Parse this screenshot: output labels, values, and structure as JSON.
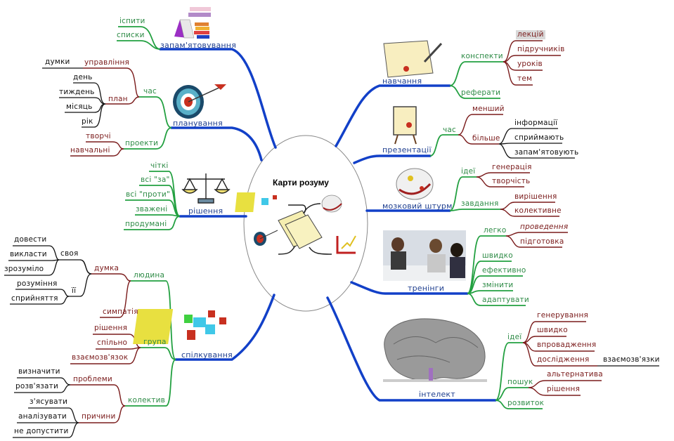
{
  "center": {
    "title": "Карти розуму"
  },
  "colors": {
    "main_branch": "#1240c8",
    "level2": "#22a040",
    "level3": "#7a1b1b",
    "level4": "#111111",
    "ellipse_border": "#888888"
  },
  "icons": [
    "books-icon",
    "target-arrow-icon",
    "scales-icon",
    "puzzle-icon",
    "document-pen-icon",
    "easel-icon",
    "brainstorm-icon",
    "meeting-photo",
    "brain-icon",
    "mindmap-center-icon",
    "growth-chart-icon"
  ],
  "branches": {
    "zapam": {
      "label": "запам'ятовування",
      "children": [
        "іспити",
        "списки"
      ]
    },
    "planuv": {
      "label": "планування",
      "chas": "час",
      "upravl": "управління",
      "dumky": "думки",
      "plan": "план",
      "plan_items": [
        "день",
        "тиждень",
        "місяць",
        "рік"
      ],
      "proekty": "проекти",
      "proekty_items": [
        "творчі",
        "навчальні"
      ]
    },
    "rishennia": {
      "label": "рішення",
      "children": [
        "чіткі",
        "всі \"за\"",
        "всі \"проти\"",
        "зважені",
        "продумані"
      ]
    },
    "spilk": {
      "label": "спілкування",
      "ludyna": "людина",
      "dumka": "думка",
      "svoia": "своя",
      "svoia_items": [
        "довести",
        "викласти",
        "зрозуміло"
      ],
      "ii": "її",
      "ii_items": [
        "розуміння",
        "сприйняття"
      ],
      "sympatia": "симпатія",
      "hrupa": "група",
      "hrupa_items": [
        "рішення",
        "спільно",
        "взаємозв'язок"
      ],
      "kolektyv": "колектив",
      "problemy": "проблеми",
      "problemy_items": [
        "визначити",
        "розв'язати"
      ],
      "prychyny": "причини",
      "prychyny_items": [
        "з'ясувати",
        "аналізувати",
        "не допустити"
      ]
    },
    "navch": {
      "label": "навчання",
      "konspekty": "конспекти",
      "konspekty_items": [
        "лекцій",
        "підручників",
        "уроків",
        "тем"
      ],
      "referaty": "реферати"
    },
    "prez": {
      "label": "презентації",
      "chas": "час",
      "menshyi": "менший",
      "bilshe": "більше",
      "bilshe_items": [
        "інформації",
        "сприймають",
        "запам'ятовують"
      ]
    },
    "shturm": {
      "label": "мозковий штурм",
      "idei": "ідеї",
      "idei_items": [
        "генерація",
        "творчість"
      ],
      "zavd": "завдання",
      "zavd_items": [
        "вирішення",
        "колективне"
      ]
    },
    "trenin": {
      "label": "тренінги",
      "lehko": "легко",
      "lehko_items": [
        "проведення",
        "підготовка"
      ],
      "other": [
        "швидко",
        "ефективно",
        "змінити",
        "адаптувати"
      ]
    },
    "intel": {
      "label": "інтелект",
      "idei": "ідеї",
      "idei_items": [
        "генерування",
        "швидко",
        "впровадження",
        "дослідження"
      ],
      "vzaiem": "взаємозв'язки",
      "poshuk": "пошук",
      "poshuk_items": [
        "альтернатива",
        "рішення"
      ],
      "rozvytok": "розвиток"
    }
  }
}
